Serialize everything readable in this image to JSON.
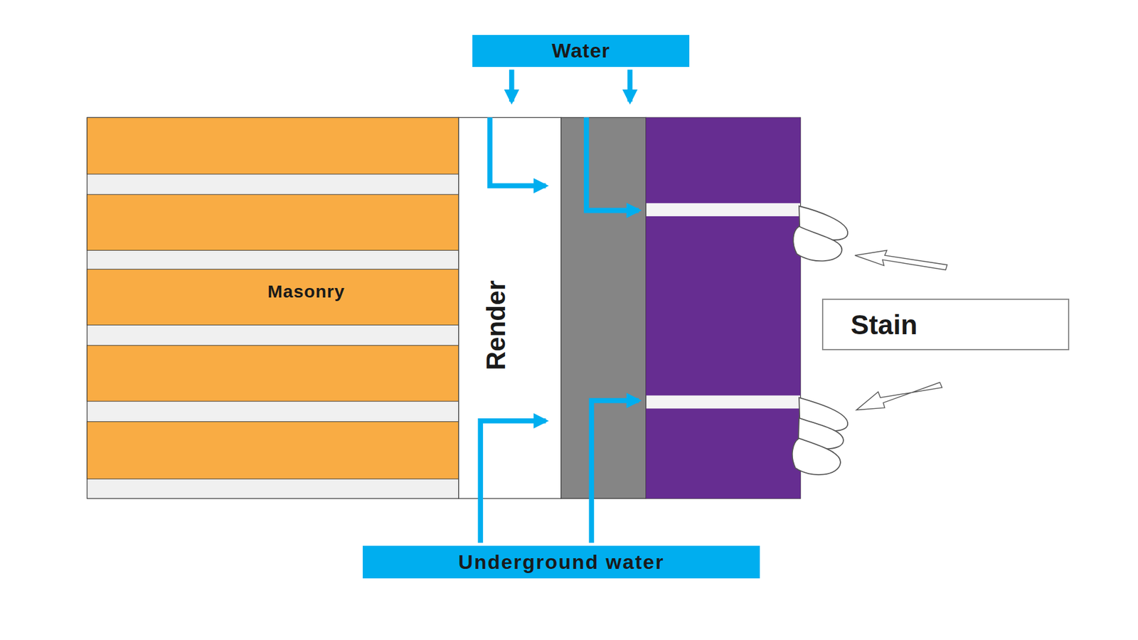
{
  "diagram": {
    "nodes": [
      {
        "text": [
          "Water"
        ]
      },
      {
        "text": [
          "Stain"
        ]
      },
      {
        "text": [
          "Underground water"
        ]
      }
    ],
    "labels": [
      "Masonry",
      "Render"
    ]
  }
}
